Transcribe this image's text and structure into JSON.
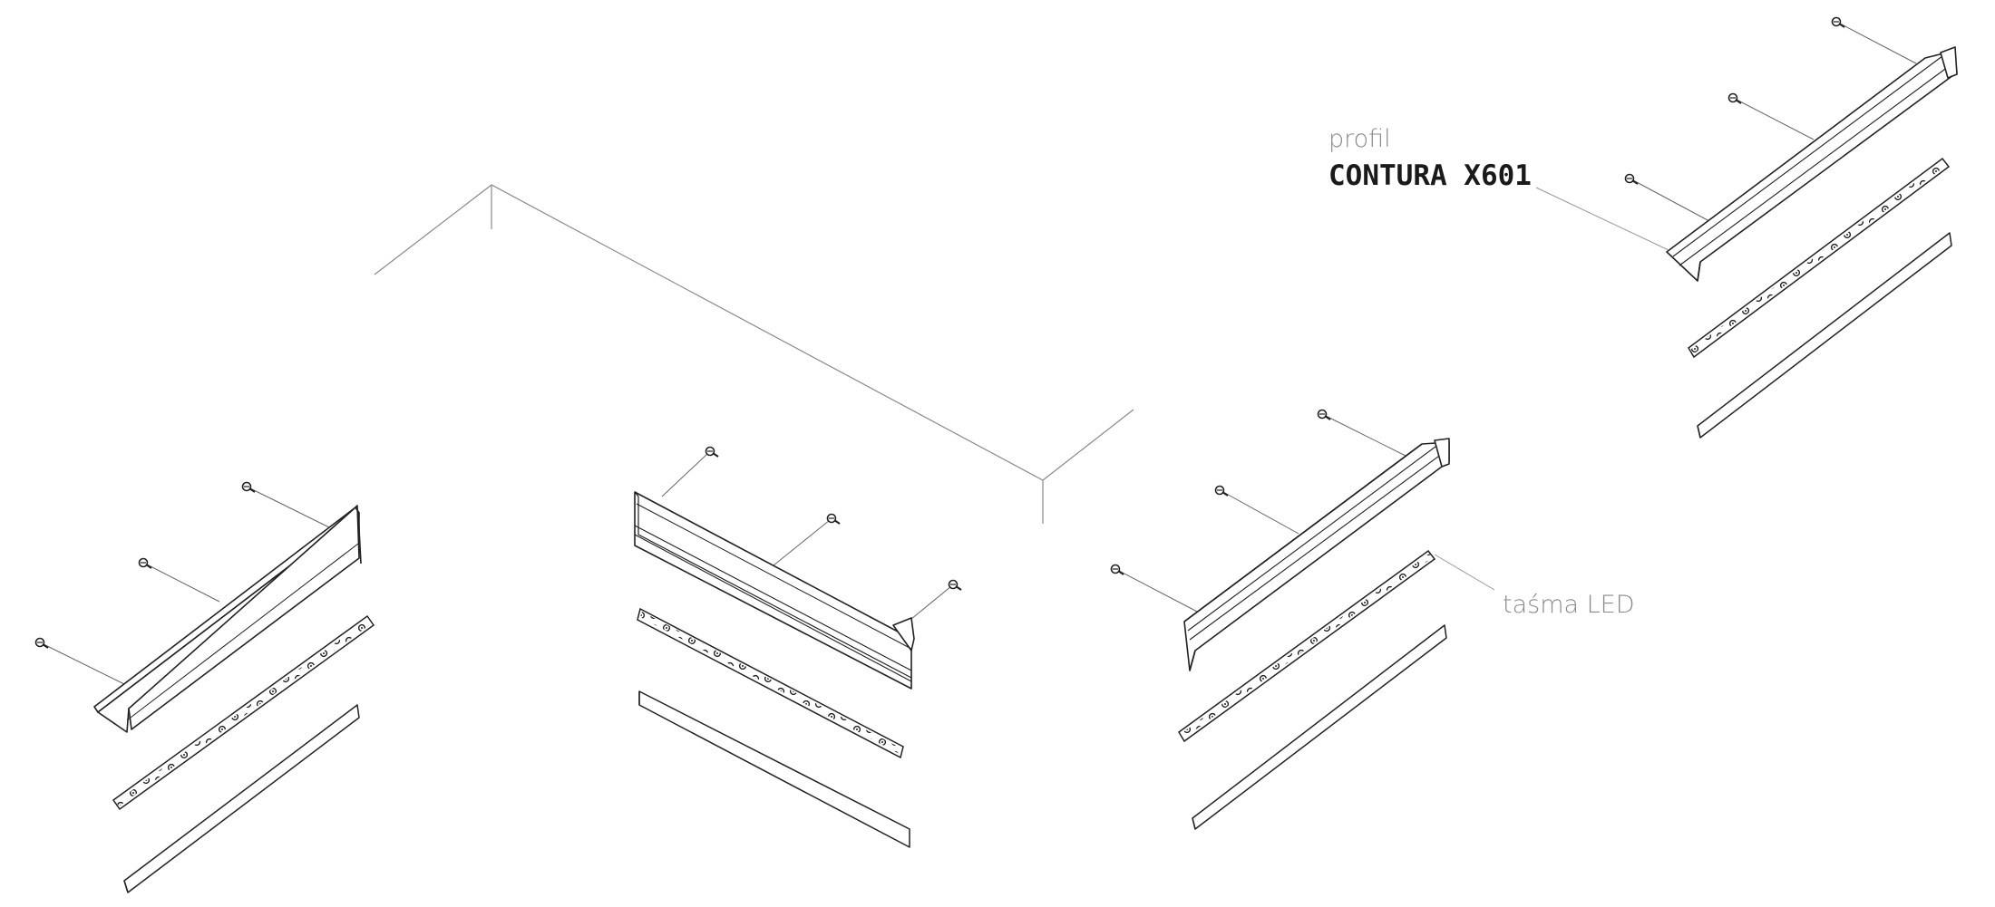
{
  "labels": {
    "profile_prefix": "profil",
    "profile_name": "CONTURA X601",
    "strip": "taśma LED"
  },
  "colors": {
    "line": "#333333",
    "thin_line": "#888888",
    "label_gray": "#8a8a8a",
    "label_dark": "#1a1a1a",
    "background": "#ffffff"
  }
}
